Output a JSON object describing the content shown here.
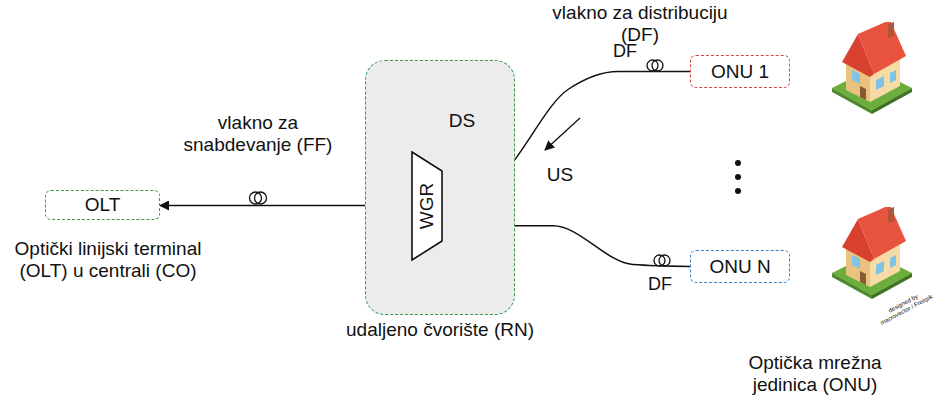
{
  "diagram": {
    "nodes": [
      {
        "text": [
          "OLT"
        ]
      },
      {
        "text": [
          "udaljeno čvorište (RN)"
        ]
      },
      {
        "text": [
          "WGR"
        ],
        "in": 1
      },
      {
        "text": [
          "ONU 1"
        ]
      },
      {
        "text": [
          "ONU N"
        ]
      }
    ],
    "edges": [
      {
        "from": 0,
        "to": 2,
        "arrow": "both"
      },
      {
        "from": 2,
        "to": 3,
        "arrow": "none"
      },
      {
        "from": 2,
        "to": 4,
        "arrow": "none"
      }
    ],
    "labels": [
      "vlakno za snabdevanje (FF)",
      "vlakno za distribuciju (DF)",
      "DF",
      "DF",
      "DS",
      "US",
      "Optički linijski terminal (OLT) u centrali (CO)",
      "Optička mrežna jedinica (ONU)",
      "designed by macrovector / Freepik"
    ]
  }
}
